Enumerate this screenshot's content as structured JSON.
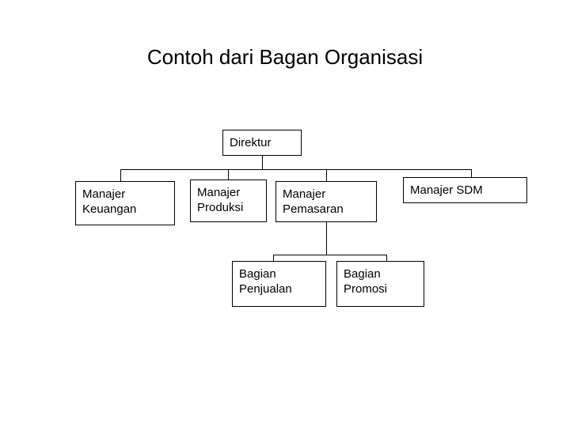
{
  "page": {
    "title": "Contoh dari Bagan Organisasi",
    "background_color": "#ffffff",
    "line_color": "#000000",
    "text_color": "#000000"
  },
  "chart_data": {
    "type": "diagram",
    "diagram_kind": "organization-chart",
    "title": "Contoh dari Bagan Organisasi",
    "nodes": [
      {
        "id": "direktur",
        "label": "Direktur",
        "level": 1
      },
      {
        "id": "keuangan",
        "label": "Manajer\nKeuangan",
        "level": 2
      },
      {
        "id": "produksi",
        "label": "Manajer\nProduksi",
        "level": 2
      },
      {
        "id": "pemasaran",
        "label": "Manajer\nPemasaran",
        "level": 2
      },
      {
        "id": "sdm",
        "label": "Manajer SDM",
        "level": 2
      },
      {
        "id": "penjualan",
        "label": "Bagian\nPenjualan",
        "level": 3
      },
      {
        "id": "promosi",
        "label": "Bagian\nPromosi",
        "level": 3
      }
    ],
    "edges": [
      {
        "from": "direktur",
        "to": "keuangan"
      },
      {
        "from": "direktur",
        "to": "produksi"
      },
      {
        "from": "direktur",
        "to": "pemasaran"
      },
      {
        "from": "direktur",
        "to": "sdm"
      },
      {
        "from": "pemasaran",
        "to": "penjualan"
      },
      {
        "from": "pemasaran",
        "to": "promosi"
      }
    ]
  },
  "nodes": {
    "direktur": {
      "label": "Direktur"
    },
    "keuangan": {
      "label": "Manajer\nKeuangan"
    },
    "produksi": {
      "label": "Manajer\nProduksi"
    },
    "pemasaran": {
      "label": "Manajer\nPemasaran"
    },
    "sdm": {
      "label": "Manajer SDM"
    },
    "penjualan": {
      "label": "Bagian\nPenjualan"
    },
    "promosi": {
      "label": "Bagian\nPromosi"
    }
  }
}
